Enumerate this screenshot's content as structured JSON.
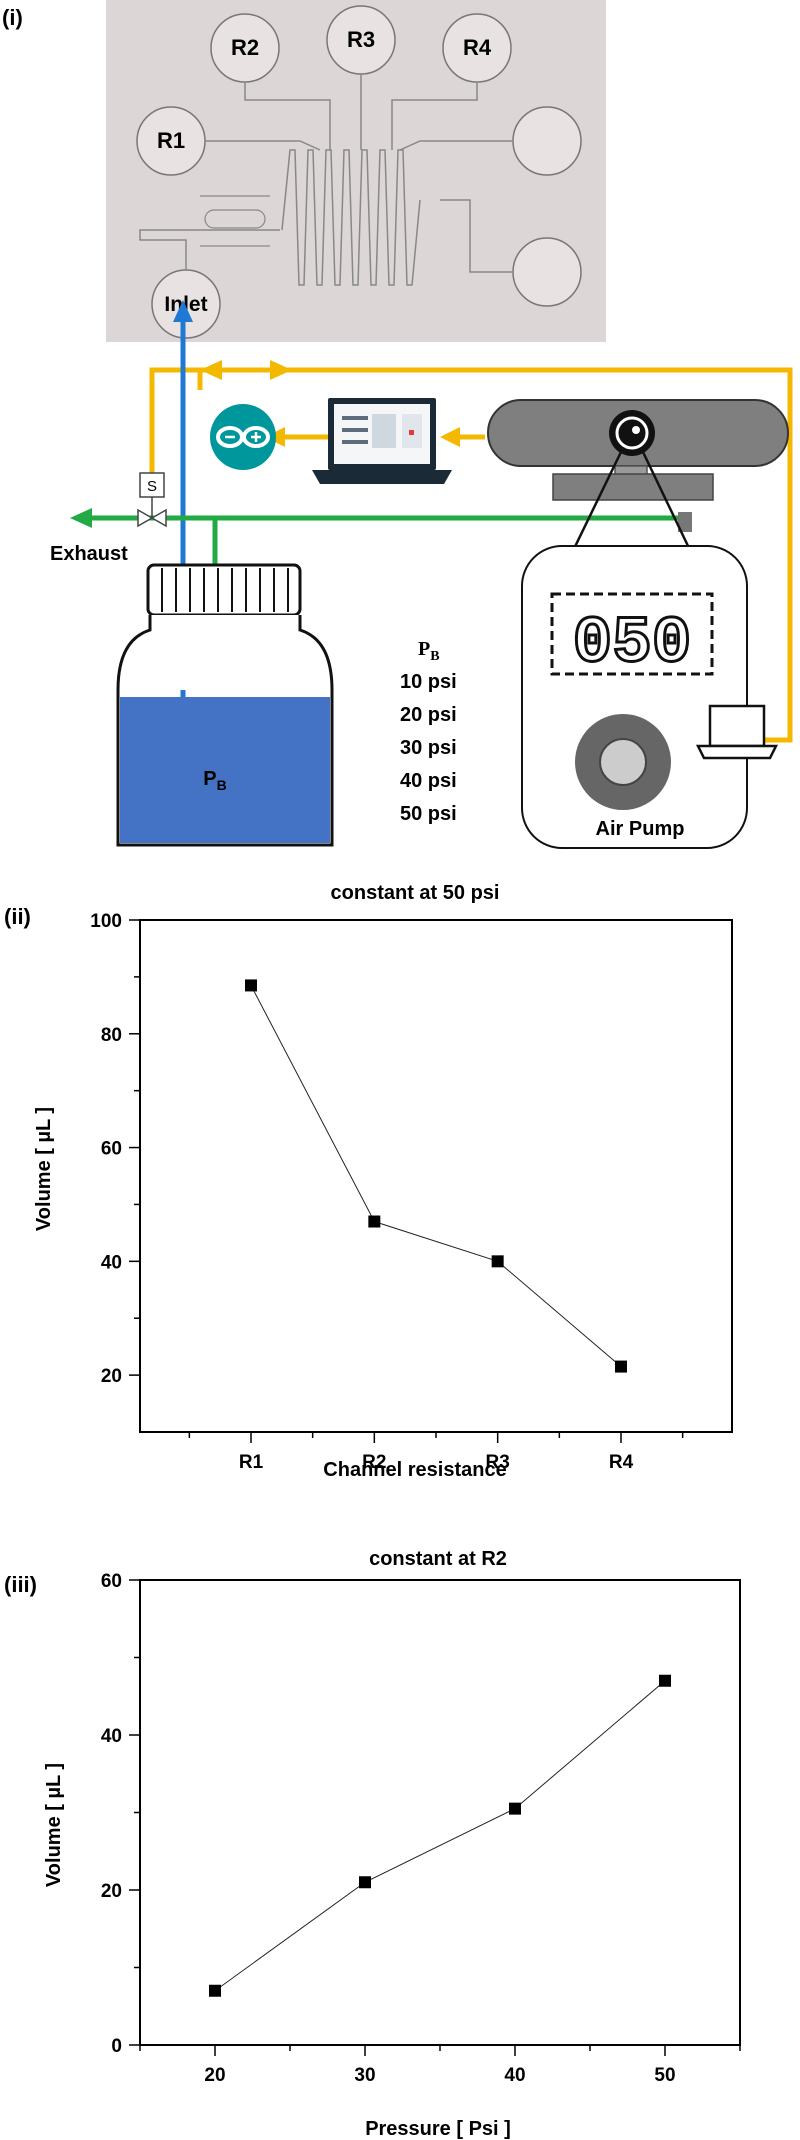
{
  "panels": {
    "p1": "(i)",
    "p2": "(ii)",
    "p3": "(iii)"
  },
  "diagram": {
    "chip_labels": [
      "R1",
      "R2",
      "R3",
      "R4"
    ],
    "inlet": "Inlet",
    "exhaust": "Exhaust",
    "valve": "S",
    "bottle_label": "P",
    "bottle_label_sub": "B",
    "pressure_title": "P",
    "pressure_title_sub": "B",
    "pressure_list": [
      "10 psi",
      "20 psi",
      "30 psi",
      "40 psi",
      "50 psi"
    ],
    "pump_label": "Air Pump",
    "display_value": "050",
    "colors": {
      "blue_line": "#1f78d1",
      "green_line": "#22aa44",
      "yellow_line": "#f5b800",
      "liquid": "#4472c4",
      "arduino": "#00979c"
    }
  },
  "chart_data": [
    {
      "type": "line",
      "title": "constant at 50 psi",
      "xlabel": "Channel resistance",
      "ylabel": "Volume [ µL ]",
      "categories": [
        "R1",
        "R2",
        "R3",
        "R4"
      ],
      "values": [
        88.5,
        47,
        40,
        21.5
      ],
      "ylim": [
        10,
        100
      ],
      "yticks": [
        20,
        40,
        60,
        80,
        100
      ],
      "marker": "square",
      "grid": false
    },
    {
      "type": "line",
      "title": "constant at R2",
      "xlabel": "Pressure [ Psi ]",
      "ylabel": "Volume [ µL ]",
      "x": [
        20,
        30,
        40,
        50
      ],
      "values": [
        7,
        21,
        30.5,
        47
      ],
      "xlim": [
        15,
        55
      ],
      "xticks": [
        20,
        30,
        40,
        50
      ],
      "ylim": [
        0,
        60
      ],
      "yticks": [
        0,
        20,
        40,
        60
      ],
      "marker": "square",
      "grid": false
    }
  ]
}
